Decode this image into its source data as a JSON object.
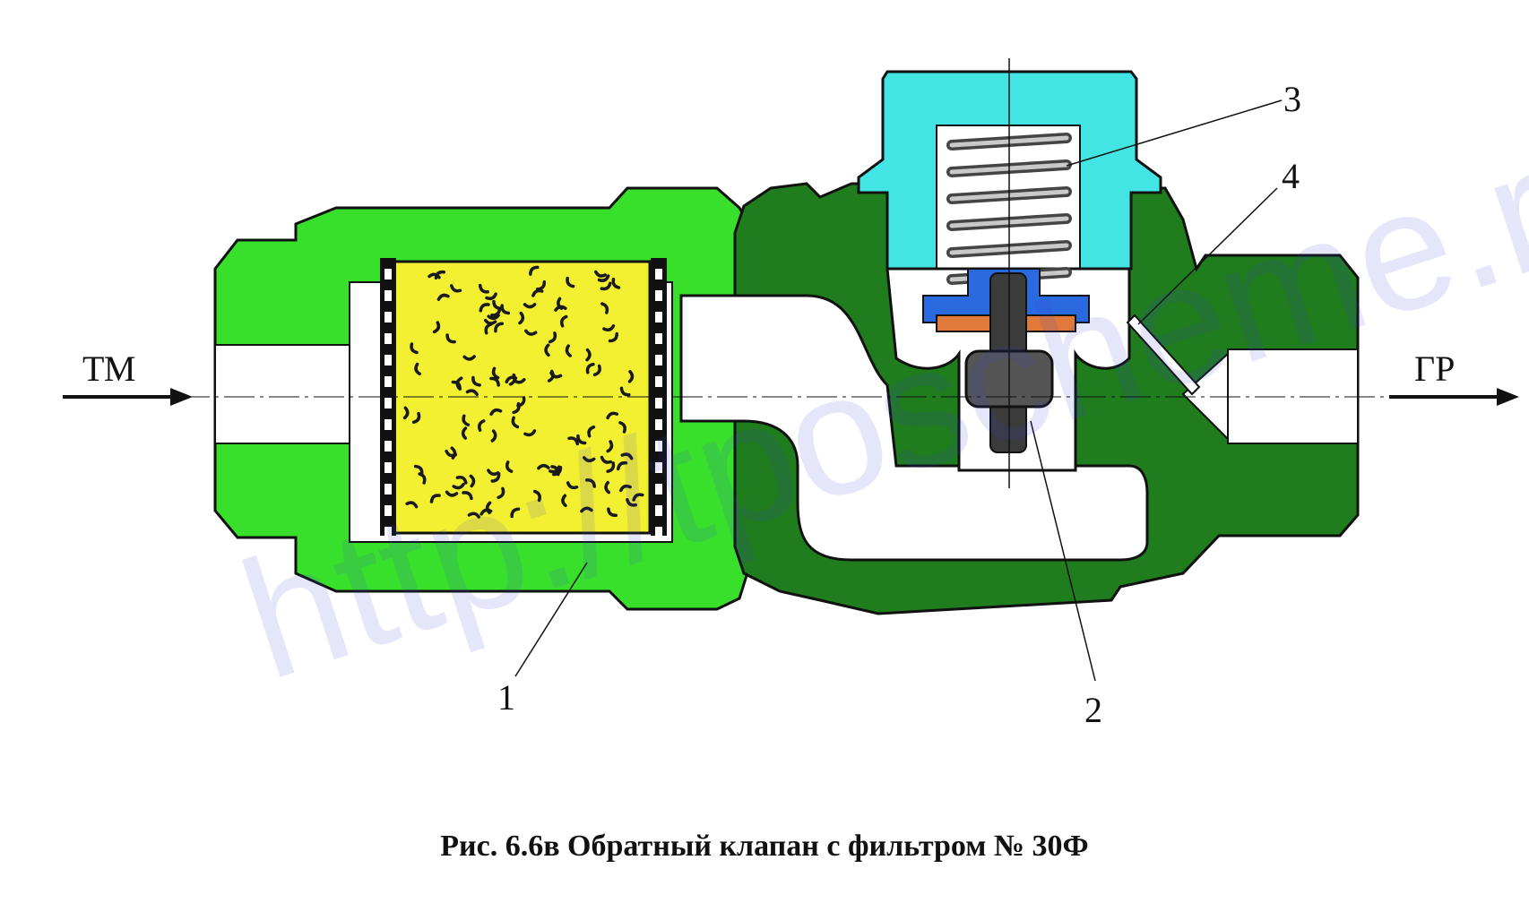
{
  "diagram": {
    "inlet_label": "ТМ",
    "outlet_label": "ГР",
    "callouts": [
      {
        "number": "1",
        "part": "filter"
      },
      {
        "number": "2",
        "part": "check-valve"
      },
      {
        "number": "3",
        "part": "spring"
      },
      {
        "number": "4",
        "part": "choke-channel"
      }
    ],
    "caption": "Рис.  6.6в  Обратный клапан с фильтром  № 30Ф",
    "watermark": "http://tposcheme.ru",
    "colors": {
      "filter_housing": "#39e02b",
      "valve_body": "#1f7d1d",
      "spring_cap": "#42e4e4",
      "filter_element": "#f3f032",
      "valve_seat_cup": "#2a6ae0",
      "valve_gasket": "#e07a3a",
      "valve_stem": "#3b3b3b"
    }
  }
}
